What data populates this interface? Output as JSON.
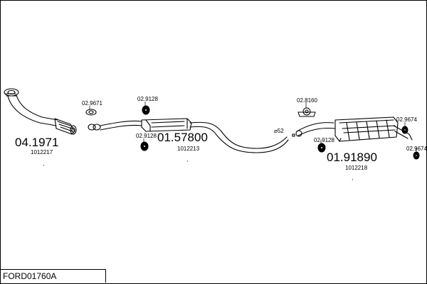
{
  "diagram": {
    "parts": [
      {
        "number": "04.1971",
        "ref": "1012217"
      },
      {
        "number": "01.57800",
        "ref": "1012213"
      },
      {
        "number": "01.91890",
        "ref": "1012218"
      }
    ],
    "fittings": [
      "02.9671",
      "02.9128",
      "02.9128",
      "02.8160",
      "02.9128",
      "02.9674",
      "02.9674"
    ],
    "diameter": "⌀52"
  },
  "footer": {
    "code": "FORD01760A"
  }
}
